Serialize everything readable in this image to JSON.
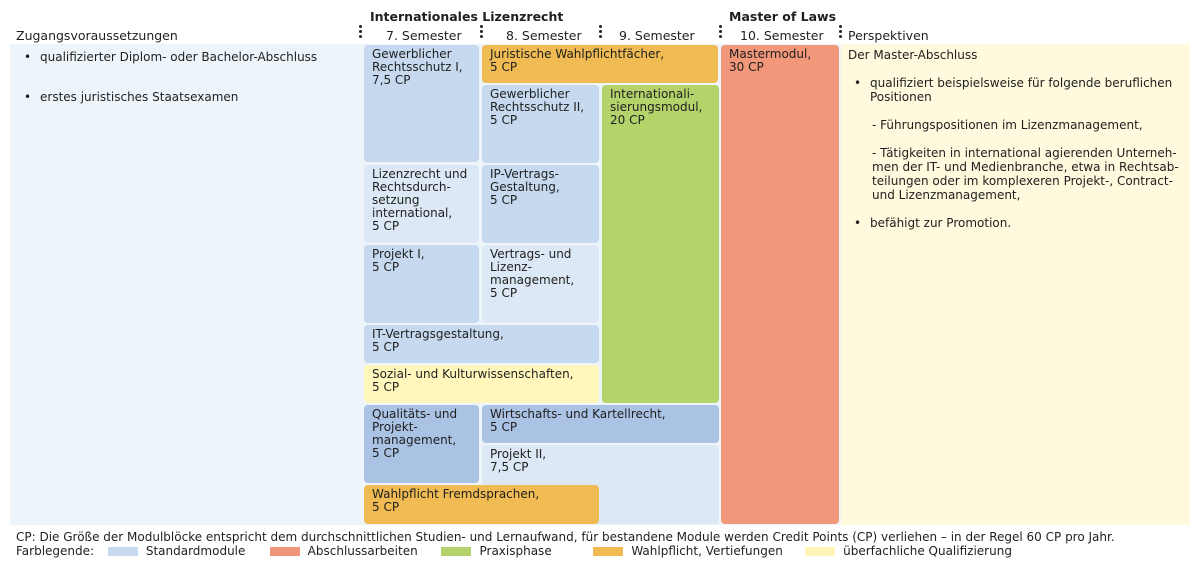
{
  "header": {
    "program_title": "Internationales Lizenzrecht",
    "degree_title": "Master of Laws"
  },
  "columns": {
    "left": "Zugangsvoraussetzungen",
    "sem7": "7. Semester",
    "sem8": "8. Semester",
    "sem9": "9. Semester",
    "sem10": "10. Semester",
    "right": "Perspektiven"
  },
  "admission": {
    "items": [
      "qualifizierter Diplom- oder Bachelor-Abschluss",
      "erstes juristisches Staatsexamen"
    ]
  },
  "modules": {
    "gewerblicher_1": "Gewerblicher\nRechtsschutz I,\n7,5 CP",
    "wahlpflichtfaecher": "Juristische Wahlpflichtfächer,\n5 CP",
    "mastermodul": "Mastermodul,\n30 CP",
    "gewerblicher_2": "Gewerblicher\nRechtsschutz II,\n5 CP",
    "internationalisierung": "Internationali-\nsierungsmodul,\n20 CP",
    "lizenzrecht": "Lizenzrecht und\nRechtsdurch-\nsetzung\ninternational,\n5 CP",
    "ip_vertrag": "IP-Vertrags-\nGestaltung,\n5 CP",
    "projekt_1": "Projekt I,\n5 CP",
    "vertragsmanagement": "Vertrags- und\nLizenz-\nmanagement,\n5 CP",
    "it_vertrag": "IT-Vertragsgestaltung,\n5 CP",
    "sozial": "Sozial- und Kulturwissenschaften,\n5 CP",
    "qualitaet": "Qualitäts- und\nProjekt-\nmanagement,\n5 CP",
    "wirtschaft": "Wirtschafts- und Kartellrecht,\n5 CP",
    "projekt_2": "Projekt II,\n7,5 CP",
    "fremdsprachen": "Wahlpflicht Fremdsprachen,\n5 CP"
  },
  "perspectives": {
    "title": "Der Master-Abschluss",
    "item1": "qualifiziert beispielsweise für folgende beruflichen\nPositionen",
    "sub1": "- Führungspositionen im Lizenzmanagement,",
    "sub2": "- Tätigkeiten in international agierenden Unterneh-\n  men der IT- und Medienbranche, etwa in Rechtsab-\n  teilungen oder im komplexeren Projekt-, Contract-\n  und Lizenzmanagement,",
    "item2": "befähigt zur Promotion."
  },
  "footer": {
    "note": "CP: Die Größe der Modulblöcke entspricht dem durchschnittlichen Studien- und Lernaufwand, für bestandene Module werden Credit Points (CP) verliehen – in der Regel 60 CP pro Jahr.",
    "legend_label": "Farblegende:",
    "legend": [
      {
        "label": "Standardmodule",
        "color": "#c6d9ef"
      },
      {
        "label": "Abschlussarbeiten",
        "color": "#f0957a"
      },
      {
        "label": "Praxisphase",
        "color": "#b5d36b"
      },
      {
        "label": "Wahlpflicht, Vertiefungen",
        "color": "#efbb52"
      },
      {
        "label": "überfachliche Qualifizierung",
        "color": "#fff5b8"
      }
    ]
  },
  "colors": {
    "standard_light": "#dde8f6",
    "standard": "#c6d9ef",
    "standard_dark": "#aac2e3",
    "abschluss": "#f2977a",
    "praxis": "#b5d36b",
    "wahlpflicht": "#efbb52",
    "ueberfachlich": "#fff7bb",
    "left_panel": "#edf5fb",
    "right_panel": "#fff9dd"
  }
}
